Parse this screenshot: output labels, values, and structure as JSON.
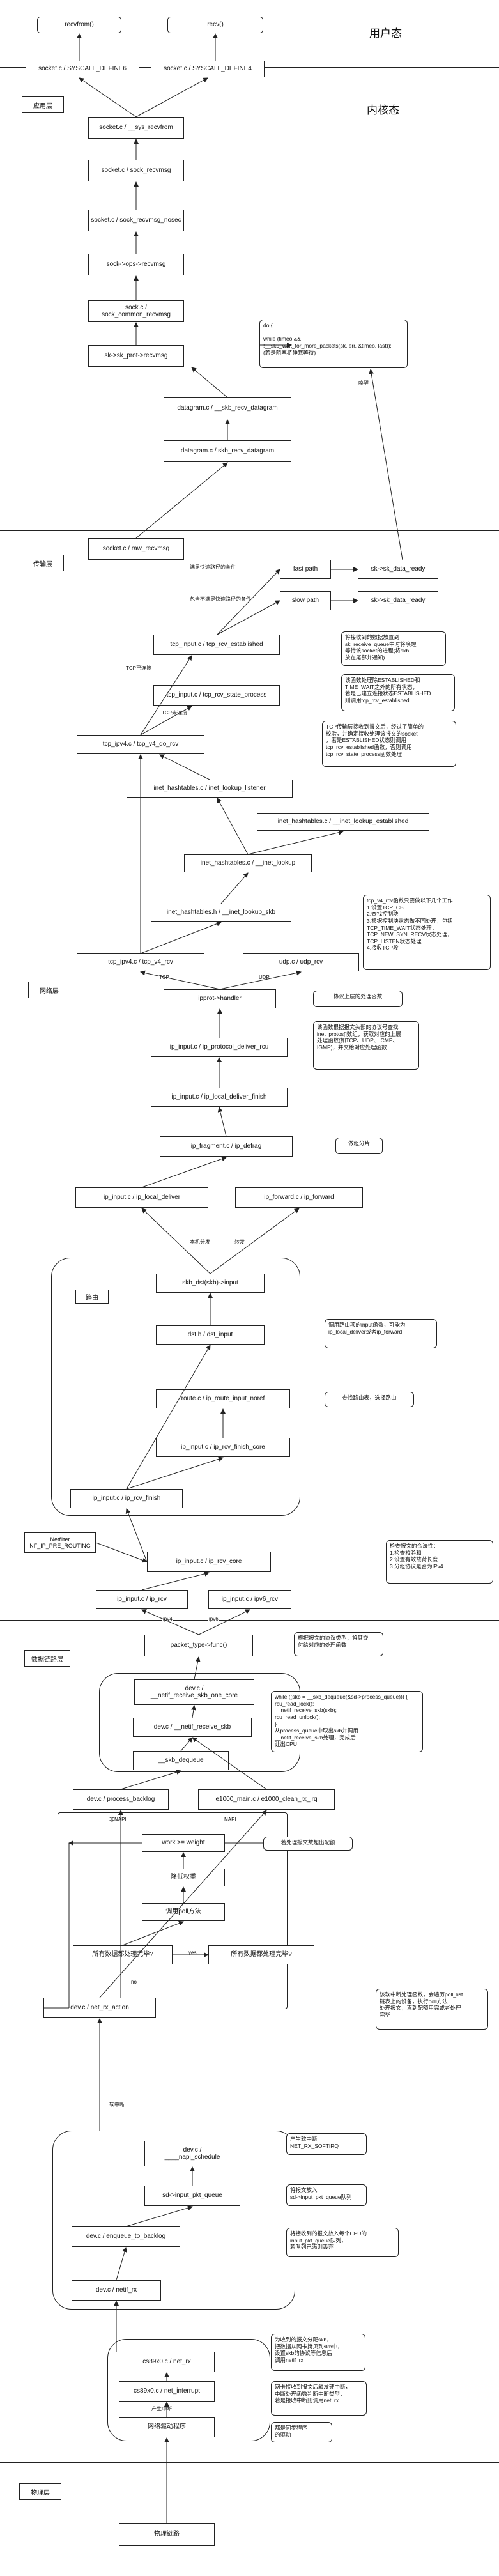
{
  "zones": {
    "user": "用户态",
    "kernel": "内核态"
  },
  "layers": {
    "app": "应用层",
    "transport": "传输层",
    "network": "网络层",
    "datalink": "数据链路层",
    "physical": "物理层"
  },
  "nodes": {
    "recvfrom_call": "recvfrom()",
    "recv_call": "recv()",
    "sys_recvfrom_define": "socket.c / SYSCALL_DEFINE6",
    "sys_recv_define": "socket.c / SYSCALL_DEFINE4",
    "sys_recvfrom": "socket.c / __sys_recvfrom",
    "sock_recvmsg": "socket.c / sock_recvmsg",
    "sock_recvmsg_nosec": "socket.c / sock_recvmsg_nosec",
    "sock_ops_recvmsg": "sock->ops->recvmsg",
    "sock_common_recvmsg": "sock.c / sock_common_recvmsg",
    "sk_prot_recvmsg": "sk->sk_prot->recvmsg",
    "skb_recv_datagram_inner": "datagram.c / __skb_recv_datagram",
    "skb_recv_datagram": "datagram.c / skb_recv_datagram",
    "raw_recvmsg": "socket.c / raw_recvmsg",
    "fast_path": "fast path",
    "slow_path": "slow path",
    "sk_data_ready_1": "sk->sk_data_ready",
    "sk_data_ready_2": "sk->sk_data_ready",
    "tcp_rcv_established": "tcp_input.c / tcp_rcv_established",
    "tcp_rcv_state_process": "tcp_input.c / tcp_rcv_state_process",
    "tcp_v4_do_rcv": "tcp_ipv4.c / tcp_v4_do_rcv",
    "inet_lookup_listener": "inet_hashtables.c / inet_lookup_listener",
    "inet_lookup_established": "inet_hashtables.c / __inet_lookup_established",
    "inet_lookup": "inet_hashtables.c / __inet_lookup",
    "inet_lookup_skb": "inet_hashtables.h / __inet_lookup_skb",
    "tcp_v4_rcv": "tcp_ipv4.c / tcp_v4_rcv",
    "udp_rcv": "udp.c / udp_rcv",
    "ipprot_handler": "ipprot->handler",
    "ip_protocol_deliver_rcu": "ip_input.c / ip_protocol_deliver_rcu",
    "ip_local_deliver_finish": "ip_input.c / ip_local_deliver_finish",
    "ip_defrag": "ip_fragment.c / ip_defrag",
    "ip_local_deliver": "ip_input.c / ip_local_deliver",
    "ip_forward": "ip_forward.c / ip_forward",
    "skb_dst_input": "skb_dst(skb)->input",
    "dst_input": "dst.h / dst_input",
    "ip_route_input_noref": "route.c / ip_route_input_noref",
    "ip_rcv_finish_core": "ip_input.c / ip_rcv_finish_core",
    "ip_rcv_finish": "ip_input.c / ip_rcv_finish",
    "netfilter_prerouting": "Netfilter\nNF_IP_PRE_ROUTING",
    "ip_rcv_core": "ip_input.c / ip_rcv_core",
    "ip_rcv": "ip_input.c / ip_rcv",
    "ipv6_rcv": "ip_input.c / ipv6_rcv",
    "packet_type_func": "packet_type->func()",
    "netif_receive_skb_one_core": "dev.c /\n__netif_receive_skb_one_core",
    "netif_receive_skb": "dev.c / __netif_receive_skb",
    "skb_dequeue": "__skb_dequeue",
    "process_backlog": "dev.c / process_backlog",
    "e1000_clean_rx_irq": "e1000_main.c / e1000_clean_rx_irq",
    "work_weight": "work >= weight",
    "napi_complete": "降低权重",
    "poll_method": "调用poll方法",
    "all_done_1": "所有数据都处理完毕?",
    "all_done_2": "所有数据都处理完毕?",
    "net_rx_action": "dev.c / net_rx_action",
    "napi_schedule": "dev.c /\n____napi_schedule",
    "input_pkt_queue": "sd->input_pkt_queue",
    "enqueue_to_backlog": "dev.c / enqueue_to_backlog",
    "netif_rx": "dev.c / netif_rx",
    "cs89x0_net_rx": "cs89x0.c / net_rx",
    "cs89x0_net_interrupt": "cs89x0.c / net_interrupt",
    "nic_driver": "网络驱动程序",
    "physical_link": "物理链路"
  },
  "edge_labels": {
    "wakeup": "唤醒",
    "fast_cond": "满足快速路径的条件",
    "slow_cond": "包含不满足快速路径的条件",
    "tcp_established": "TCP已连接",
    "tcp_not_established": "TCP未连接",
    "tcp": "TCP",
    "udp": "UDP",
    "local_deliver": "本机分发",
    "forward": "转发",
    "ipv4": "ipv4",
    "ipv6": "ipv6",
    "softirq_trigger": "软中断",
    "hw_interrupt": "产生中断",
    "yes": "yes",
    "no": "no",
    "non_napi": "非NAPI",
    "napi": "NAPI"
  },
  "notes": {
    "wait_loop": "do {\n  ...\n  while (timeo &&\n    !__skb_wait_for_more_packets(sk, err, &timeo, last));\n  (若是阻塞将睡眠等待)",
    "sk_data_ready_note": "将接收到的数据放置到\nsk_receive_queue中时将唤醒\n等待该socket的进程(将skb\n放在尾部并通知)",
    "state_process_note": "该函数处理除ESTABLISHED和\nTIME_WAIT之外的所有状态，\n若是已建立连接状态ESTABLISHED\n则调用tcp_rcv_established",
    "tcp_v4_do_rcv_note": "TCP传输层接收到报文后，经过了简单的\n校验，并确定接收处理该报文的socket\n，若是ESTABLISHED状态则调用\ntcp_rcv_established函数，否则调用\ntcp_rcv_state_process函数处理",
    "tcp_v4_rcv_note": "tcp_v4_rcv函数只要做以下几个工作\n1.设置TCP_CB\n2.查找控制块\n3.根据控制块状态做不同处理，包括\nTCP_TIME_WAIT状态处理，\nTCP_NEW_SYN_RECV状态处理，\nTCP_LISTEN状态处理\n4.接收TCP段",
    "ipprot_note": "协议上层的处理函数",
    "deliver_rcu_note": "该函数根据报文头部的协议号查找\ninet_protos[]数组，获取对应的上层\n处理函数(如TCP、UDP、ICMP、\nIGMP)，并交给对应处理函数",
    "defrag_note": "做组分片",
    "dst_input_note": "调用路由项的input函数，可能为\nip_local_deliver或者ip_forward",
    "route_note": "查找路由表，选择路由",
    "ip_rcv_core_note": "检查报文的合法性：\n1.检查校验和\n2.设置有效载荷长度\n3.分组协议是否为IPv4",
    "packet_type_note": "根据报文的协议类型，将其交\n付给对应的处理函数",
    "dequeue_note": "while ((skb = __skb_dequeue(&sd->process_queue))) {\n  rcu_read_lock();\n  __netif_receive_skb(skb);\n  rcu_read_unlock();\n}\n从process_queue中取出skb并调用\n__netif_receive_skb处理，完成后\n让出CPU",
    "work_weight_note": "若处理报文数超出配额",
    "softirq_note": "产生软中断\nNET_RX_SOFTIRQ",
    "input_queue_note": "将报文放入\nsd->input_pkt_queue队列",
    "enqueue_note": "将接收到的报文放入每个CPU的\ninput_pkt_queue队列，\n若队列已满则丢弃",
    "net_rx_note": "该软中断处理函数，会遍历poll_list\n链表上的设备，执行poll方法\n处理报文，直到配额用完或者处理\n完毕",
    "net_rx_driver_note": "为收到的报文分配skb，\n把数据从网卡拷贝到skb中，\n设置skb的协议等信息后\n调用netif_rx",
    "interrupt_note": "网卡接收到报文后触发硬中断，\n中断处理函数判断中断类型，\n若是接收中断则调用net_rx",
    "driver_note": "都是同步程序\n的驱动"
  }
}
